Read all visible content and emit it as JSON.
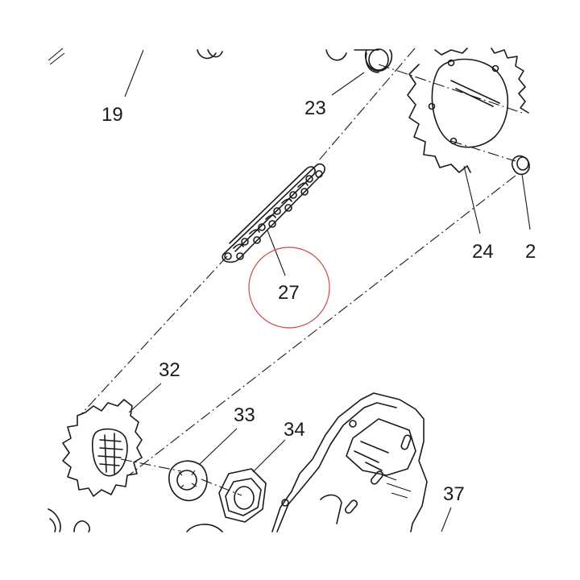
{
  "callouts": {
    "c19": "19",
    "c23": "23",
    "c24": "24",
    "c25": "2",
    "c27": "27",
    "c32": "32",
    "c33": "33",
    "c34": "34",
    "c37": "37"
  },
  "colors": {
    "line": "#1a1a1a",
    "highlight": "#c94a4a",
    "background": "#ffffff"
  }
}
